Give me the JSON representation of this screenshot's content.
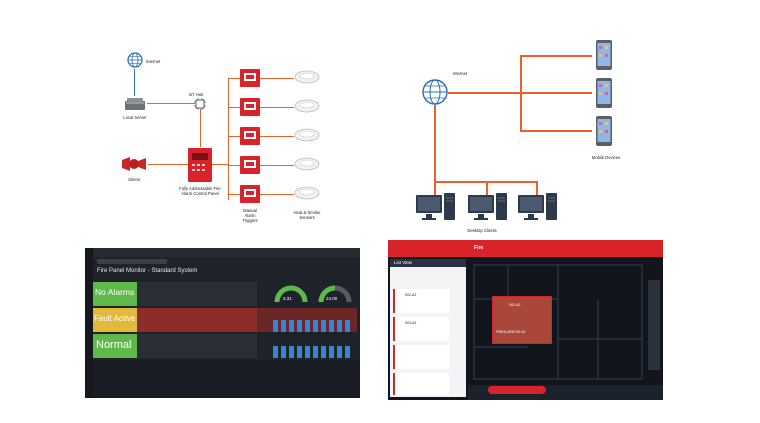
{
  "diagram_left": {
    "labels": {
      "internet": "Internet",
      "iot_hub": "IoT Hub",
      "local_server": "Local Server",
      "sirens": "Sirens",
      "control_panel": "Fully Addressable Fire Alarm Control Panel",
      "manual_triggers": "Manual Alarm Triggers",
      "sensors": "Heat & Smoke Sensors"
    },
    "wire_color": "#e8622a"
  },
  "diagram_right": {
    "labels": {
      "internet": "Internet",
      "desktop_clients": "Desktop Clients",
      "mobile_devices": "Mobile Devices"
    },
    "wire_color": "#e8622a"
  },
  "screenshot_monitor": {
    "title": "Fire Panel Monitor - Standard System",
    "statuses": [
      {
        "label": "No Alarms",
        "color": "#5fb84a"
      },
      {
        "label": "Fault Active",
        "color": "#e2b93b"
      },
      {
        "label": "Normal",
        "color": "#5fb84a"
      }
    ],
    "gauges": [
      {
        "value": "3.31"
      },
      {
        "value": "24.00"
      }
    ]
  },
  "screenshot_map": {
    "brand": "Fire",
    "panel_title": "List View",
    "items": [
      {
        "id": "002-A2"
      },
      {
        "id": "003-A2"
      }
    ],
    "overlay_id": "002-A2",
    "overlay_status": "FIREALARM 002-A2",
    "accent": "#d8232a"
  }
}
